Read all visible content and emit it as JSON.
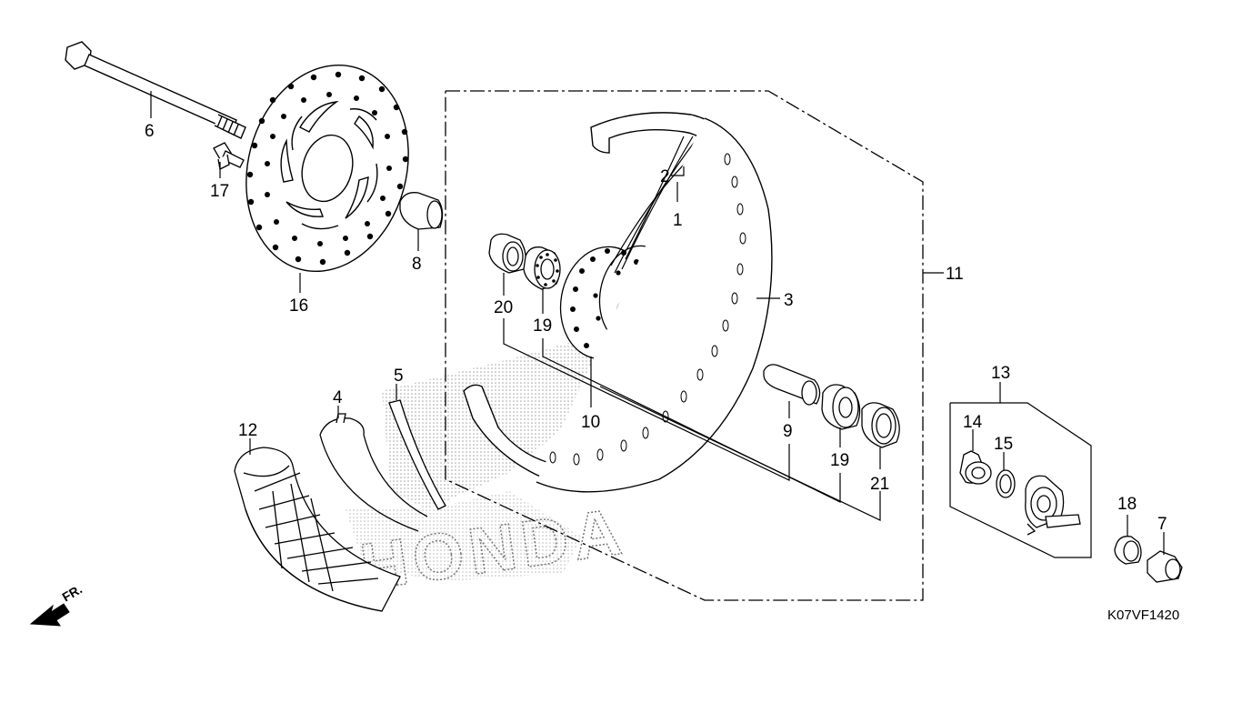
{
  "diagram": {
    "part_numbers": {
      "p1": "1",
      "p2": "2",
      "p3": "3",
      "p4": "4",
      "p5": "5",
      "p6": "6",
      "p7": "7",
      "p8": "8",
      "p9": "9",
      "p10": "10",
      "p11": "11",
      "p12": "12",
      "p13": "13",
      "p14": "14",
      "p15": "15",
      "p16": "16",
      "p17": "17",
      "p18": "18",
      "p19a": "19",
      "p19b": "19",
      "p20": "20",
      "p21": "21"
    },
    "watermark": "HONDA",
    "diagram_code": "K07VF1420",
    "front_indicator": "FR.",
    "colors": {
      "line": "#000000",
      "stipple": "#9a9a9a",
      "background": "#ffffff"
    }
  }
}
